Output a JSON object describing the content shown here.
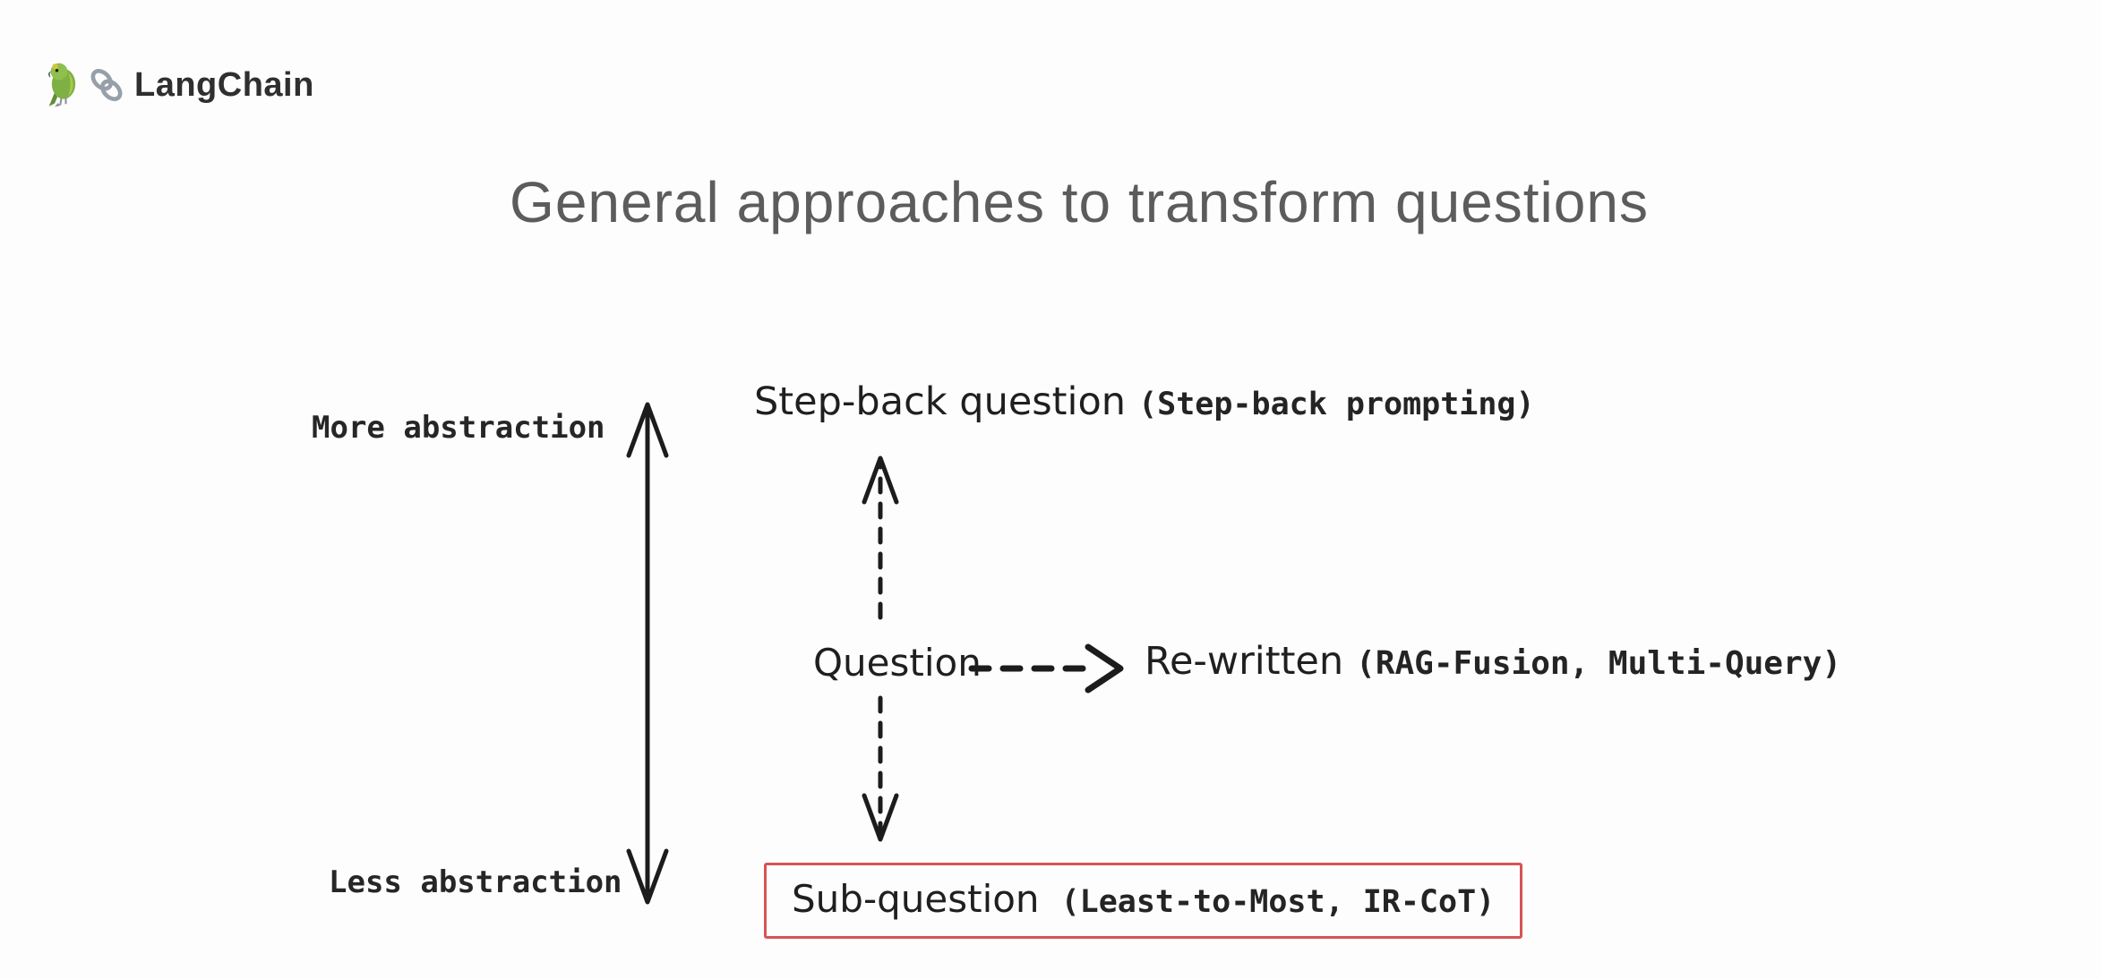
{
  "window": {
    "background": "#fdfdfd"
  },
  "logo": {
    "brand": "LangChain",
    "icons": [
      "parrot-icon",
      "chain-link-icon"
    ]
  },
  "title": {
    "text": "General approaches to transform questions",
    "color": "#5c5c5c"
  },
  "diagram": {
    "axis": {
      "more_label": "More abstraction",
      "less_label": "Less abstraction",
      "icon": "vertical-double-arrow-icon"
    },
    "nodes": {
      "step_back": {
        "name": "Step-back question",
        "detail": "(Step-back prompting)"
      },
      "question": {
        "name": "Question"
      },
      "rewritten": {
        "name": "Re-written",
        "detail": "(RAG-Fusion, Multi-Query)"
      },
      "sub_question": {
        "name": "Sub-question",
        "detail": "(Least-to-Most, IR-CoT)",
        "highlighted": true
      }
    },
    "connectors": {
      "question_to_step_back": "dashed-arrow-up-icon",
      "question_to_sub_question": "dashed-arrow-down-icon",
      "question_to_rewritten": "dashed-arrow-right-icon"
    },
    "colors": {
      "ink": "#1f1f1f",
      "highlight_red": "#d65454",
      "title_gray": "#5c5c5c"
    }
  }
}
